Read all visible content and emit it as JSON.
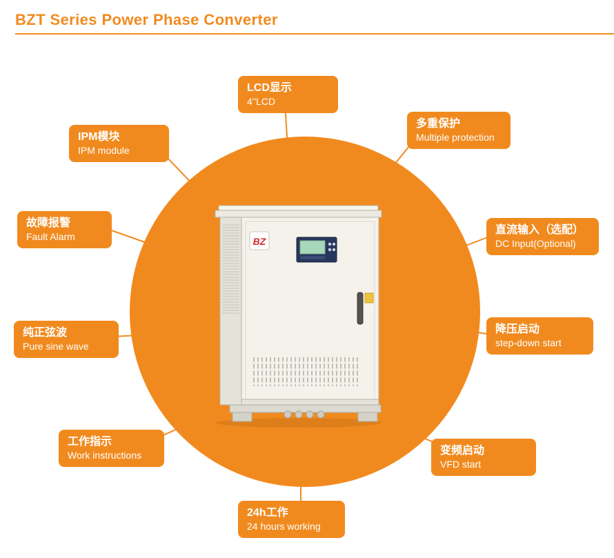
{
  "header": {
    "title": "BZT Series Power Phase Converter"
  },
  "colors": {
    "accent": "#F18A1E",
    "text_on_accent": "#FFFFFF"
  },
  "product": {
    "logo": "BZ"
  },
  "callouts": [
    {
      "id": "lcd",
      "zh": "LCD显示",
      "en": "4''LCD"
    },
    {
      "id": "ipm",
      "zh": "IPM模块",
      "en": "IPM module"
    },
    {
      "id": "protection",
      "zh": "多重保护",
      "en": "Multiple protection"
    },
    {
      "id": "fault-alarm",
      "zh": "故障报警",
      "en": "Fault Alarm"
    },
    {
      "id": "dc-input",
      "zh": "直流输入（选配）",
      "en": "DC Input(Optional)"
    },
    {
      "id": "pure-sine",
      "zh": "纯正弦波",
      "en": "Pure sine wave"
    },
    {
      "id": "step-down",
      "zh": "降压启动",
      "en": "step-down start"
    },
    {
      "id": "work-instructions",
      "zh": "工作指示",
      "en": "Work instructions"
    },
    {
      "id": "vfd-start",
      "zh": "变频启动",
      "en": "VFD start"
    },
    {
      "id": "working-24h",
      "zh": "24h工作",
      "en": "24 hours working"
    }
  ]
}
